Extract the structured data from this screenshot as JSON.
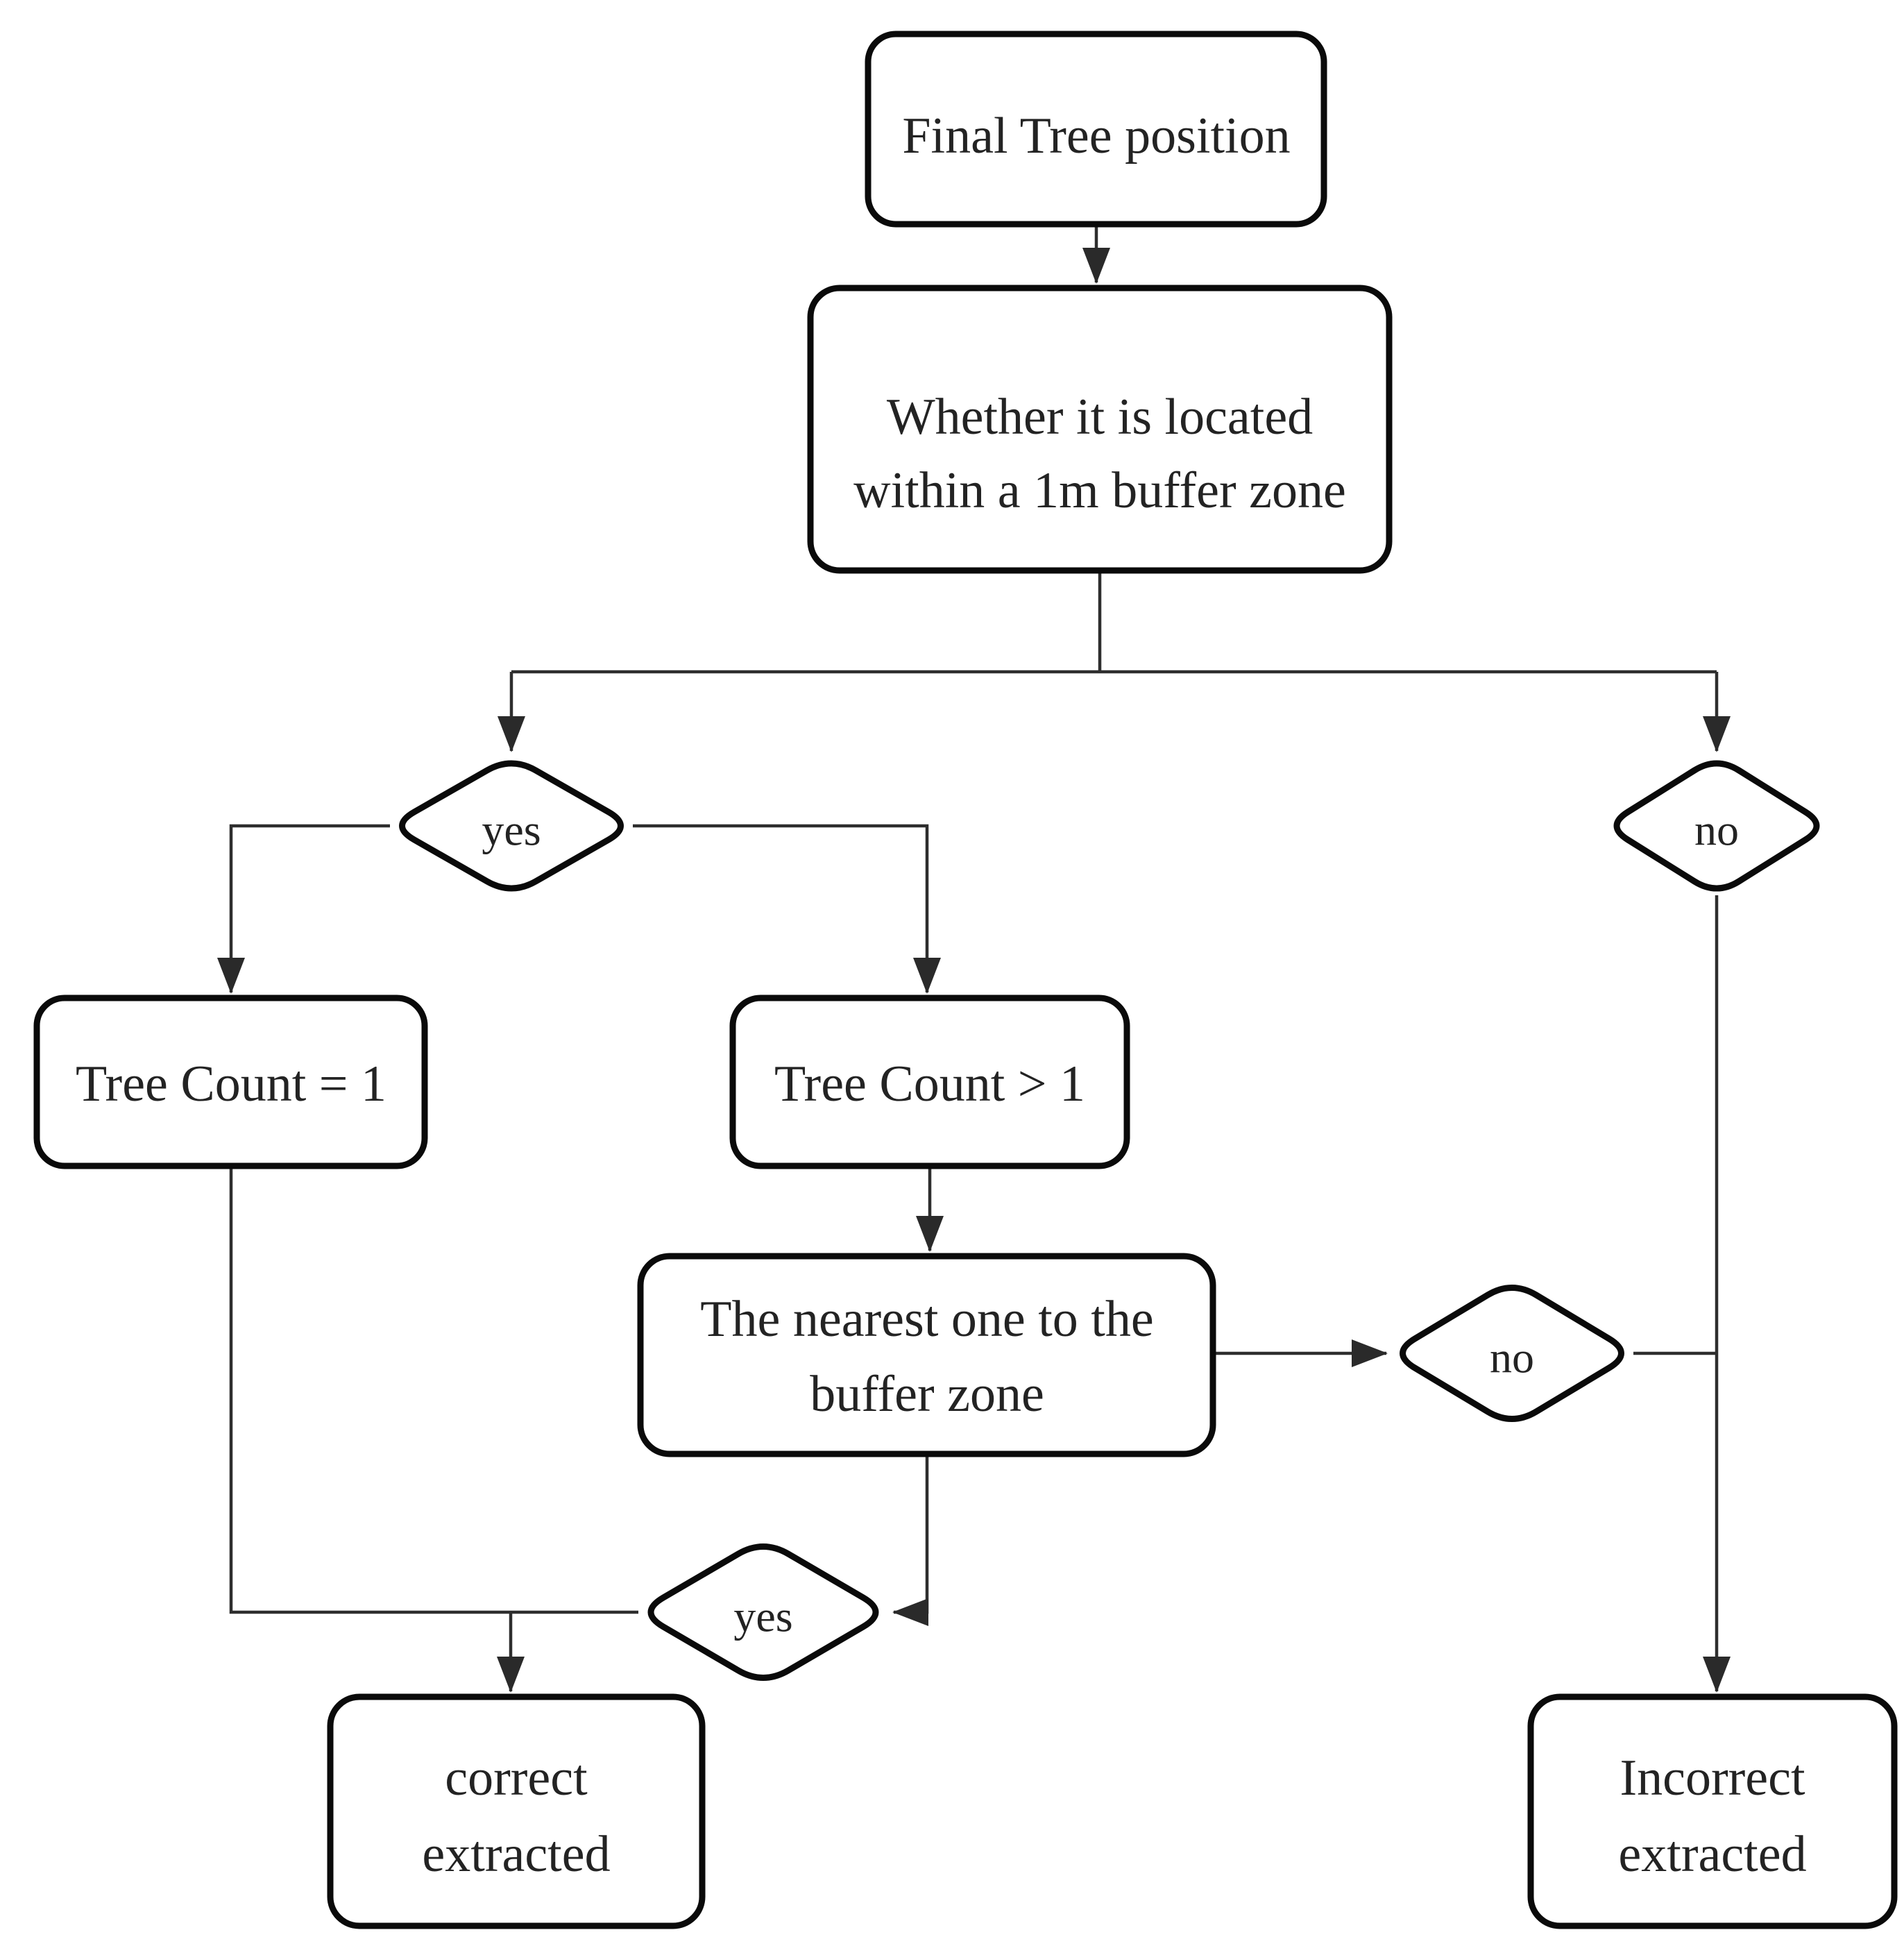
{
  "diagram": {
    "kind": "flowchart",
    "colors": {
      "background": "#ffffff",
      "node_fill": "#ffffff",
      "node_border": "#0a0a0a",
      "edge": "#2e2e2e",
      "text": "#232323"
    }
  },
  "nodes": {
    "final_position": {
      "lines": [
        "Final Tree position"
      ]
    },
    "buffer_check": {
      "lines": [
        "Whether it is located",
        "within a 1m buffer zone"
      ]
    },
    "yes_branch": {
      "label": "yes"
    },
    "no_branch": {
      "label": "no"
    },
    "tree_count_eq_1": {
      "lines": [
        "Tree Count = 1"
      ]
    },
    "tree_count_gt_1": {
      "lines": [
        "Tree Count > 1"
      ]
    },
    "nearest_one": {
      "lines": [
        "The nearest one to the",
        "buffer zone"
      ]
    },
    "nearest_no": {
      "label": "no"
    },
    "nearest_yes": {
      "label": "yes"
    },
    "correct": {
      "lines": [
        "correct",
        "extracted"
      ]
    },
    "incorrect": {
      "lines": [
        "Incorrect",
        "extracted"
      ]
    }
  },
  "edges": [
    {
      "from": "final_position",
      "to": "buffer_check"
    },
    {
      "from": "buffer_check",
      "to": "yes_branch"
    },
    {
      "from": "buffer_check",
      "to": "no_branch"
    },
    {
      "from": "yes_branch",
      "to": "tree_count_eq_1"
    },
    {
      "from": "yes_branch",
      "to": "tree_count_gt_1"
    },
    {
      "from": "tree_count_gt_1",
      "to": "nearest_one"
    },
    {
      "from": "nearest_one",
      "to": "nearest_no"
    },
    {
      "from": "nearest_no",
      "to": "incorrect"
    },
    {
      "from": "no_branch",
      "to": "incorrect"
    },
    {
      "from": "tree_count_eq_1",
      "to": "nearest_yes"
    },
    {
      "from": "nearest_one",
      "to": "nearest_yes"
    },
    {
      "from": "nearest_yes",
      "to": "correct"
    }
  ]
}
